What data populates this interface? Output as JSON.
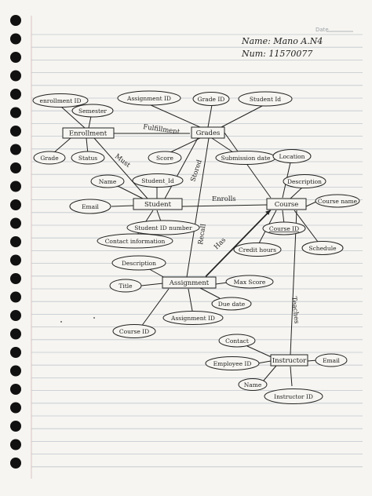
{
  "header": {
    "date_label": "Date",
    "name_line": "Name: Mano A.N4",
    "num_line": "Num: 11570077"
  },
  "entities": {
    "enrollment": "Enrollment",
    "grades": "Grades",
    "student": "Student",
    "course": "Course",
    "assignment": "Assignment",
    "instructor": "Instructor"
  },
  "attributes": {
    "enrollment_id": "enrollment ID",
    "semester": "Semester",
    "grade": "Grade",
    "status": "Status",
    "assignment_id_top": "Assignment ID",
    "grade_id": "Grade ID",
    "student_id_top": "Student Id",
    "score": "Score",
    "submission_date": "Submission date",
    "name": "Name",
    "student_id": "Student_Id",
    "email_student": "Email",
    "student_id_number": "Student ID number",
    "contact_information": "Contact information",
    "location": "Location",
    "description_course": "Description",
    "course_name": "Course name",
    "course_id": "Course ID",
    "credit_hours": "Credit hours",
    "schedule": "Schedule",
    "description_assignment": "Description",
    "title": "Title",
    "max_score": "Max Score",
    "due_date": "Due date",
    "assignment_id": "Assignment ID",
    "course_id_assignment": "Course ID",
    "contact": "Contact",
    "employee_id": "Employee ID",
    "email_instructor": "Email",
    "name_instructor": "Name",
    "instructor_id": "Instructor ID"
  },
  "relationships": {
    "must": "Must",
    "fulfillment": "Fulfillment",
    "enrolls": "Enrolls",
    "stored": "Stored",
    "recall": "Recall",
    "has": "Has",
    "teaches": "Teaches"
  }
}
